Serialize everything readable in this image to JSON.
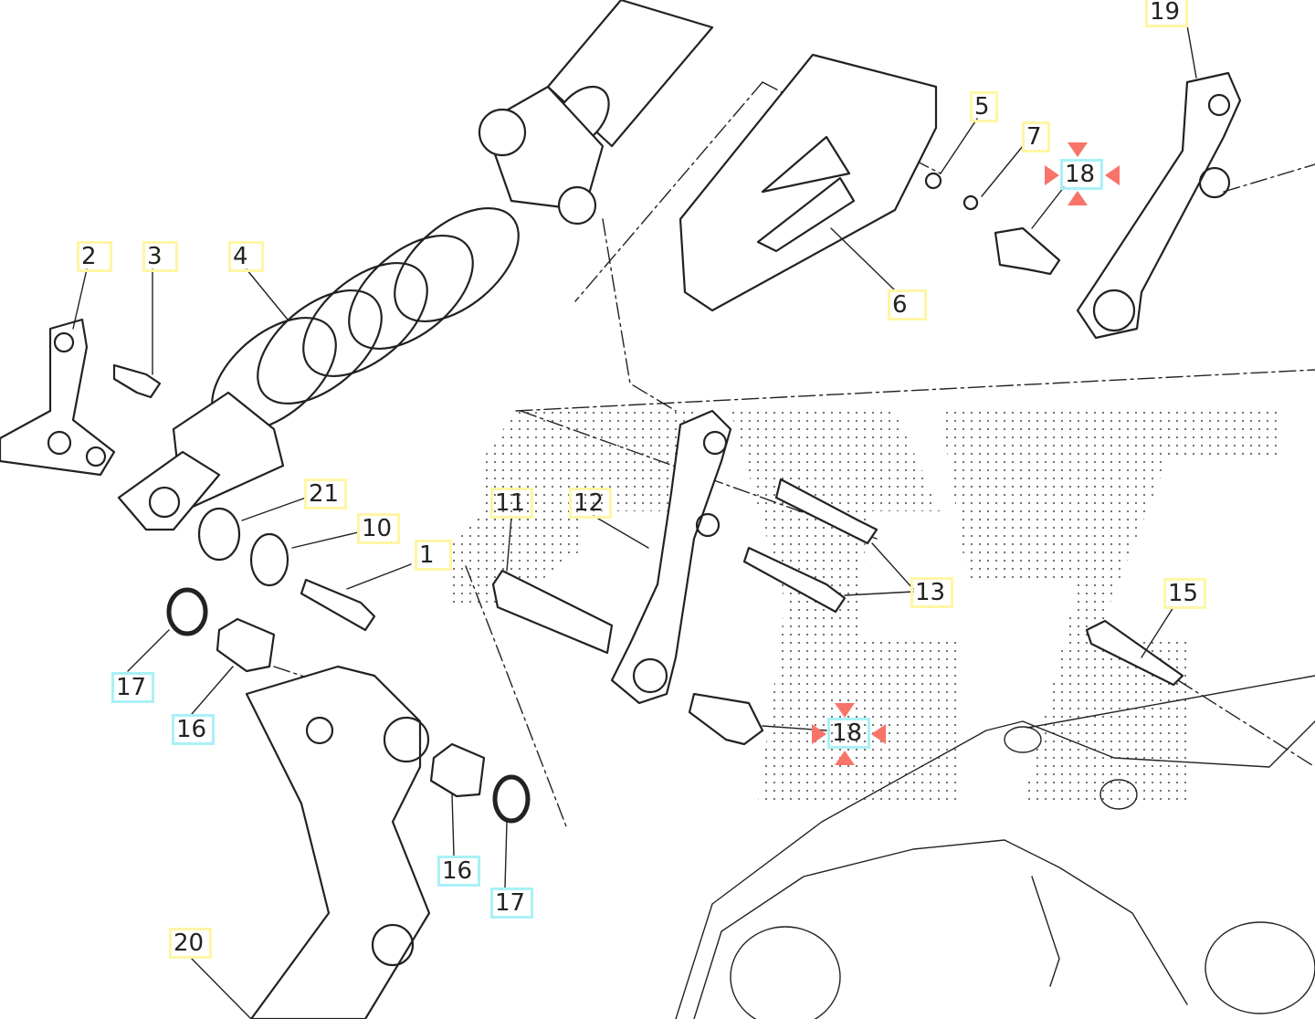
{
  "diagram": {
    "colors": {
      "reference_border": "#fff6a6",
      "highlight_border": "#a9f1f6",
      "marker": "#f87468",
      "line": "#222222"
    },
    "labels": [
      {
        "id": "19",
        "text": "19",
        "kind": "yellow"
      },
      {
        "id": "5",
        "text": "5",
        "kind": "yellow"
      },
      {
        "id": "7",
        "text": "7",
        "kind": "yellow"
      },
      {
        "id": "18a",
        "text": "18",
        "kind": "cyan",
        "selected": true
      },
      {
        "id": "6",
        "text": "6",
        "kind": "yellow"
      },
      {
        "id": "2",
        "text": "2",
        "kind": "yellow"
      },
      {
        "id": "3",
        "text": "3",
        "kind": "yellow"
      },
      {
        "id": "4",
        "text": "4",
        "kind": "yellow"
      },
      {
        "id": "21",
        "text": "21",
        "kind": "yellow"
      },
      {
        "id": "10",
        "text": "10",
        "kind": "yellow"
      },
      {
        "id": "1",
        "text": "1",
        "kind": "yellow"
      },
      {
        "id": "11",
        "text": "11",
        "kind": "yellow"
      },
      {
        "id": "12",
        "text": "12",
        "kind": "yellow"
      },
      {
        "id": "13",
        "text": "13",
        "kind": "yellow"
      },
      {
        "id": "15",
        "text": "15",
        "kind": "yellow"
      },
      {
        "id": "17a",
        "text": "17",
        "kind": "cyan"
      },
      {
        "id": "16a",
        "text": "16",
        "kind": "cyan"
      },
      {
        "id": "18b",
        "text": "18",
        "kind": "cyan",
        "selected": true
      },
      {
        "id": "16b",
        "text": "16",
        "kind": "cyan"
      },
      {
        "id": "17b",
        "text": "17",
        "kind": "cyan"
      },
      {
        "id": "20",
        "text": "20",
        "kind": "yellow"
      }
    ]
  }
}
